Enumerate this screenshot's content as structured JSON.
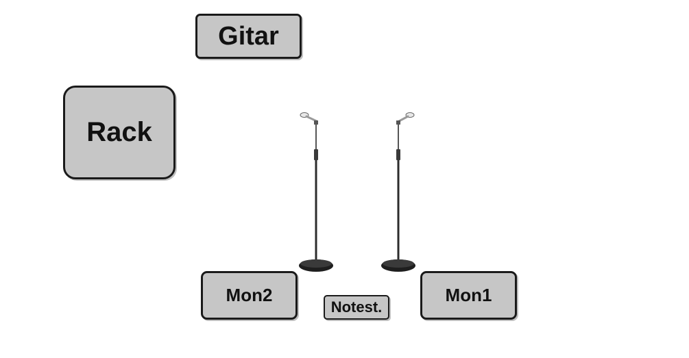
{
  "labels": {
    "gitar": "Gitar",
    "rack": "Rack",
    "mon2": "Mon2",
    "mon1": "Mon1",
    "notest": "Notest."
  },
  "colors": {
    "box_fill": "#c6c6c6",
    "box_border": "#1a1a1a",
    "text": "#111111",
    "stand": "#1e1e1e"
  },
  "icons": {
    "mic_stand_left": "microphone-stand-icon",
    "mic_stand_right": "microphone-stand-icon"
  }
}
